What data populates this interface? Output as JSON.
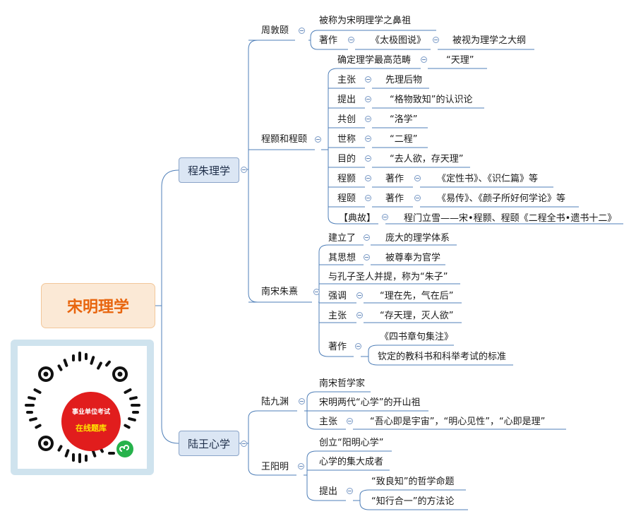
{
  "root": {
    "label": "宋明理学"
  },
  "branches": {
    "chengzhu": {
      "label": "程朱理学"
    },
    "luwang": {
      "label": "陆王心学"
    }
  },
  "zhou": {
    "name": "周敦颐",
    "n1": "被称为宋明理学之鼻祖",
    "n2": "著作",
    "n2a": "《太极图说》",
    "n2b": "被视为理学之大纲"
  },
  "erc": {
    "name": "程颢和程颐",
    "r1a": "确定理学最高范畴",
    "r1b": "“天理”",
    "r2a": "主张",
    "r2b": "先理后物",
    "r3a": "提出",
    "r3b": "“格物致知”的认识论",
    "r4a": "共创",
    "r4b": "“洛学”",
    "r5a": "世称",
    "r5b": "“二程”",
    "r6a": "目的",
    "r6b": "“去人欲，存天理”",
    "r7a": "程颢",
    "r7b": "著作",
    "r7c": "《定性书》、《识仁篇》等",
    "r8a": "程颐",
    "r8b": "著作",
    "r8c": "《易传》、《颜子所好何学论》等",
    "r9a": "【典故】",
    "r9b": "程门立雪——宋•程颢、程颐《二程全书•遗书十二》"
  },
  "zhuxi": {
    "name": "南宋朱熹",
    "r1a": "建立了",
    "r1b": "庞大的理学体系",
    "r2a": "其思想",
    "r2b": "被尊奉为官学",
    "r3": "与孔子圣人并提，称为“朱子”",
    "r4a": "强调",
    "r4b": "“理在先，气在后”",
    "r5a": "主张",
    "r5b": "“存天理，灭人欲”",
    "r6a": "著作",
    "r6b": "《四书章句集注》",
    "r6c": "钦定的教科书和科举考试的标准"
  },
  "lu": {
    "name": "陆九渊",
    "r1": "南宋哲学家",
    "r2": "宋明两代“心学”的开山祖",
    "r3a": "主张",
    "r3b": "“吾心即是宇宙”，“明心见性”，“心即是理”"
  },
  "wang": {
    "name": "王阳明",
    "r1": "创立“阳明心学”",
    "r2": "心学的集大成者",
    "r3a": "提出",
    "r3b": "“致良知”的哲学命题",
    "r3c": "“知行合一”的方法论"
  },
  "qr": {
    "line1": "事业单位考试",
    "line2": "在线题库"
  },
  "colors": {
    "line": "#4f7fb8",
    "root_text": "#e8650e",
    "root_fill": "#fbe9d6",
    "branch_fill": "#dbe6f4"
  }
}
